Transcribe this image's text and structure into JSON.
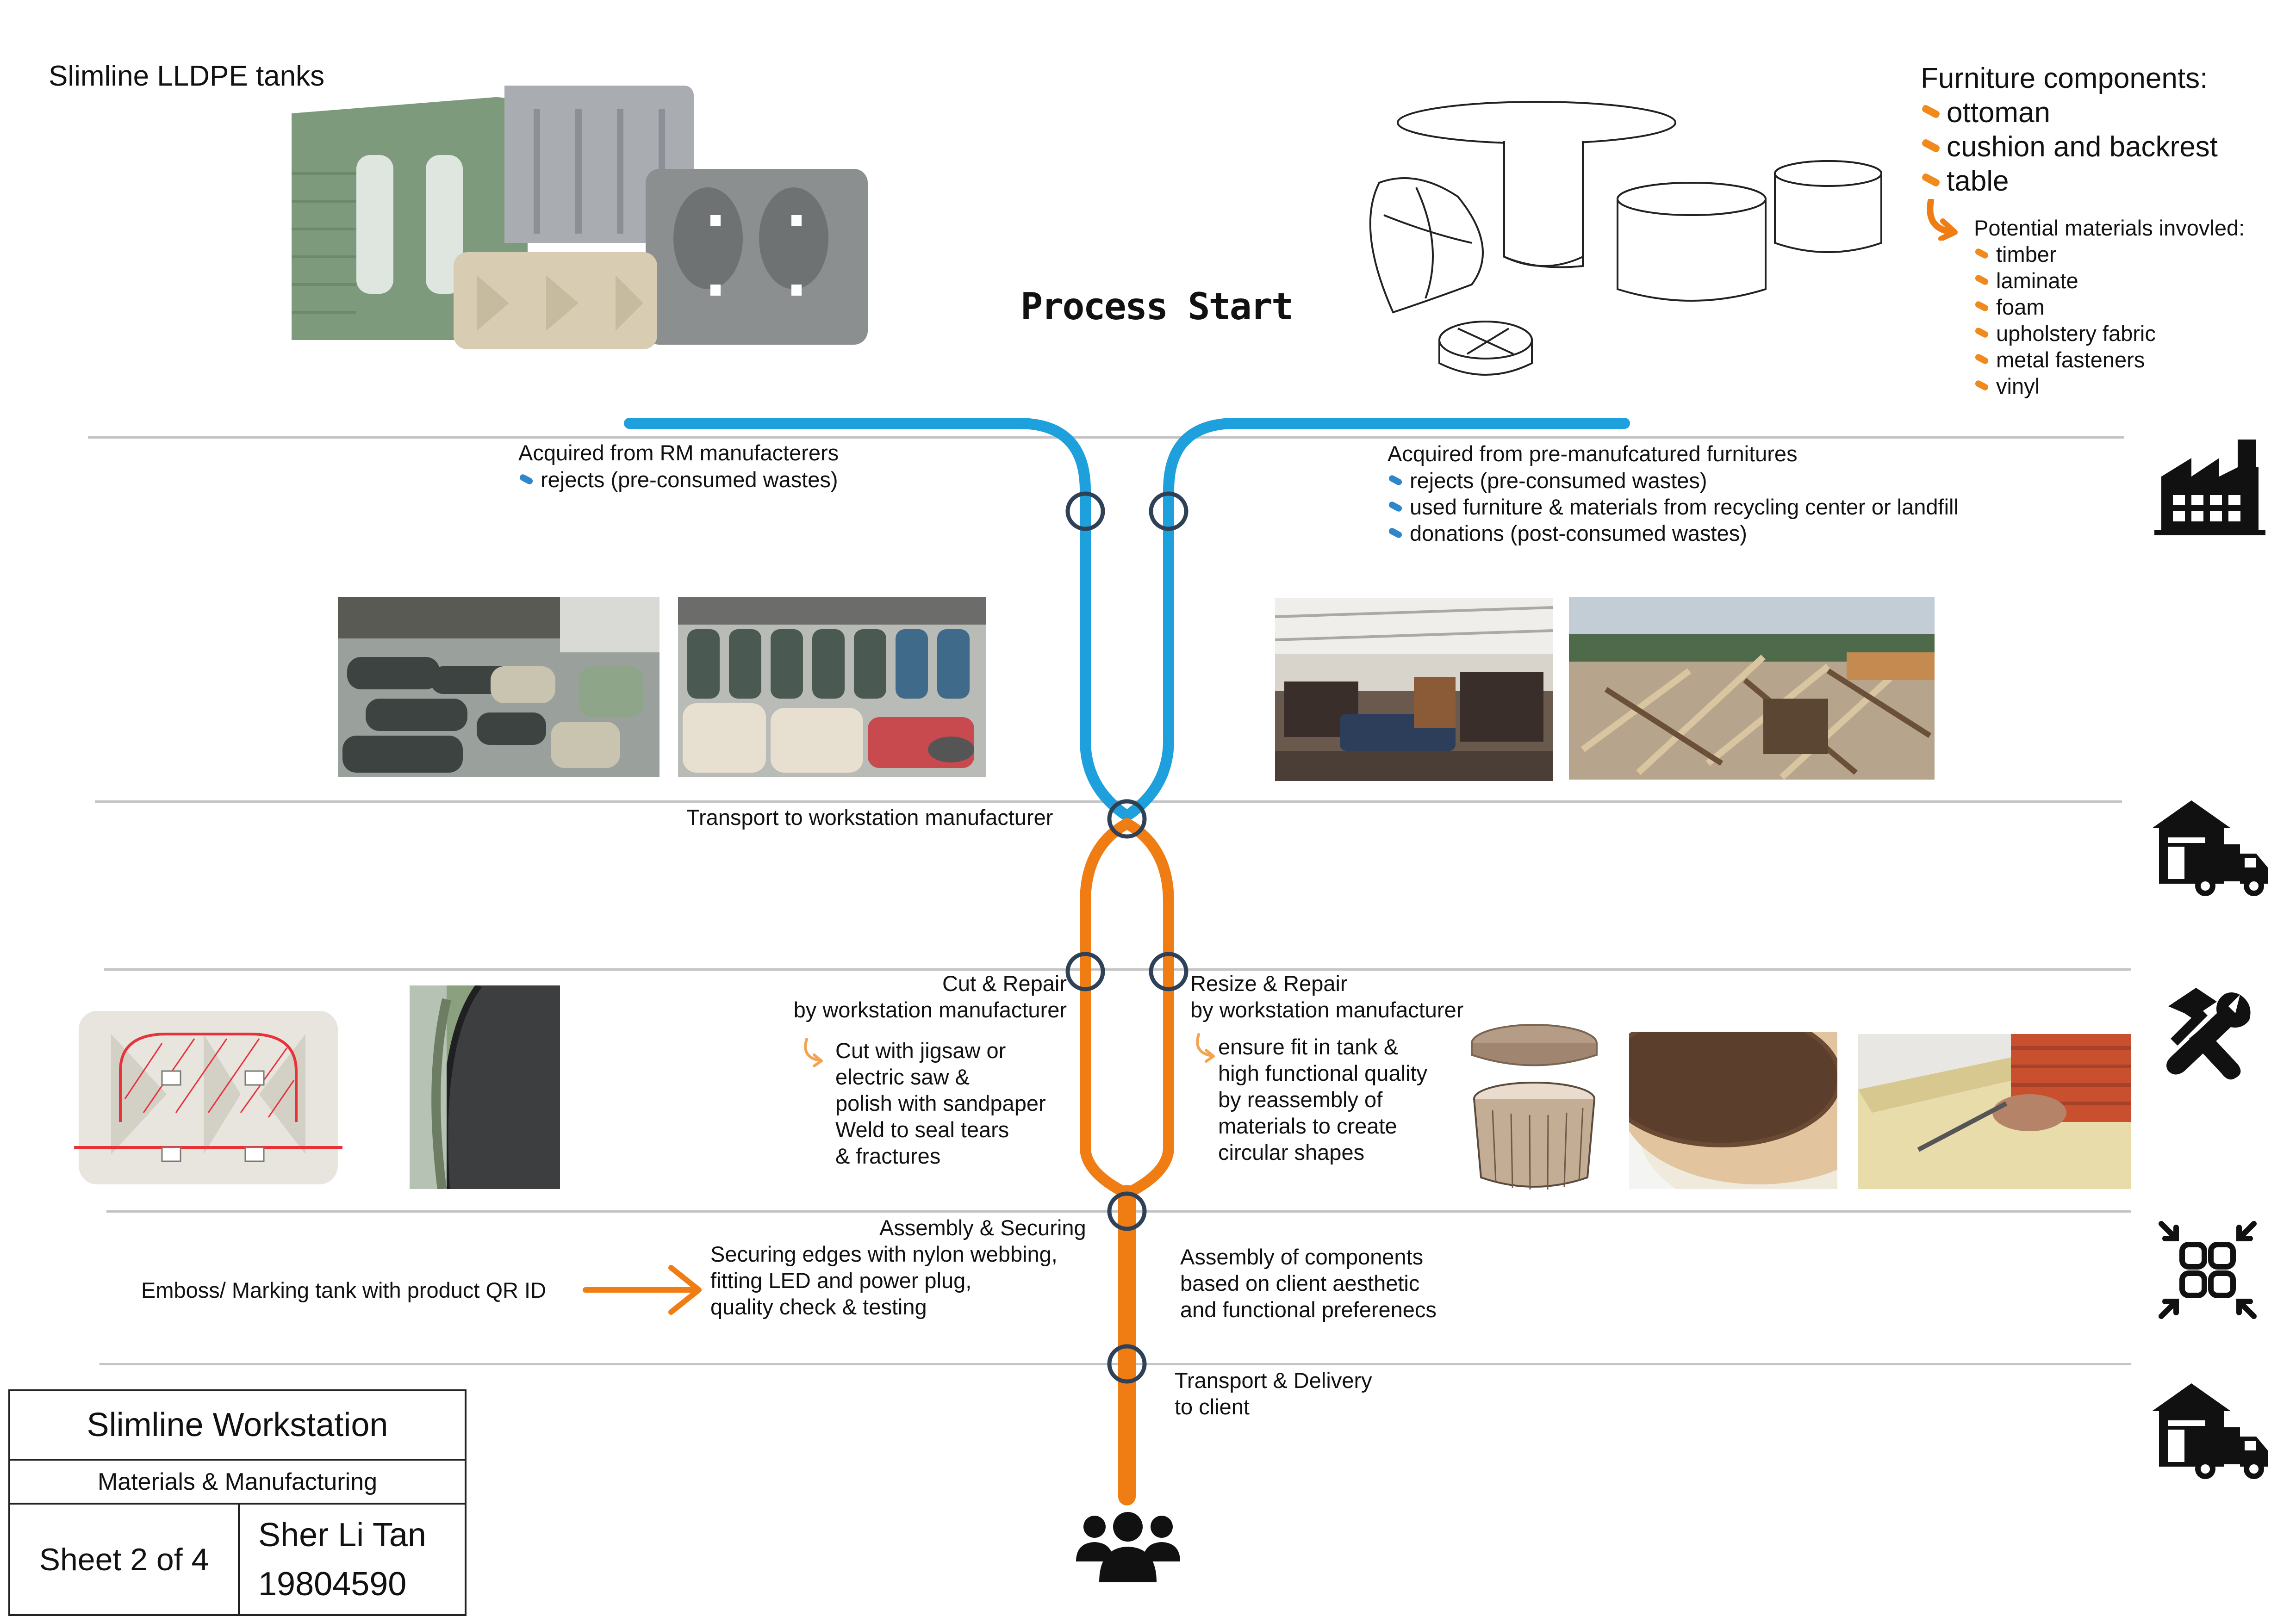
{
  "header": {
    "tanks_title": "Slimline LLDPE tanks",
    "process_start": "Process Start",
    "furniture": {
      "title": "Furniture components:",
      "components": [
        "ottoman",
        "cushion and backrest",
        "table"
      ],
      "materials_title": "Potential materials invovled:",
      "materials": [
        "timber",
        "laminate",
        "foam",
        "upholstery fabric",
        "metal fasteners",
        "vinyl"
      ]
    }
  },
  "stage_acquire": {
    "left_title": "Acquired from RM manufacterers",
    "left_items": [
      "rejects (pre-consumed wastes)"
    ],
    "right_title": "Acquired from pre-manufcatured furnitures",
    "right_items": [
      "rejects (pre-consumed wastes)",
      "used furniture  & materials from recycling center or landfill",
      "donations (post-consumed wastes)"
    ]
  },
  "stage_transport": {
    "label": "Transport to workstation manufacturer"
  },
  "stage_process": {
    "left_title": "Cut & Repair",
    "left_subtitle": "by workstation manufacturer",
    "left_steps": [
      "Cut with jigsaw or",
      "electric saw &",
      "polish with sandpaper",
      "Weld to seal tears",
      "& fractures"
    ],
    "right_title": "Resize & Repair",
    "right_subtitle": "by workstation manufacturer",
    "right_steps": [
      "ensure fit in tank &",
      "high functional quality",
      "by reassembly of",
      "materials to create",
      "circular shapes"
    ]
  },
  "stage_assembly": {
    "title": "Assembly & Securing",
    "left_steps": [
      "Securing edges with nylon webbing,",
      "fitting LED and power plug,",
      "quality check & testing"
    ],
    "emboss": "Emboss/ Marking tank with product QR ID",
    "right_steps": [
      "Assembly of components",
      "based on client aesthetic",
      "and functional preferenecs"
    ]
  },
  "stage_delivery": {
    "lines": [
      "Transport & Delivery",
      "to client"
    ]
  },
  "title_block": {
    "project": "Slimline Workstation",
    "subtitle": "Materials & Manufacturing",
    "sheet": "Sheet 2 of 4",
    "author": "Sher Li Tan",
    "id": "19804590"
  },
  "icons": {
    "side": [
      "factory-icon",
      "warehouse-truck-icon",
      "tools-icon",
      "assembly-icon",
      "warehouse-truck-icon"
    ],
    "end": "client-group-icon"
  },
  "colors": {
    "stream_blue": "#1ea0dc",
    "stream_orange": "#f07d14",
    "node": "#2f4157"
  }
}
